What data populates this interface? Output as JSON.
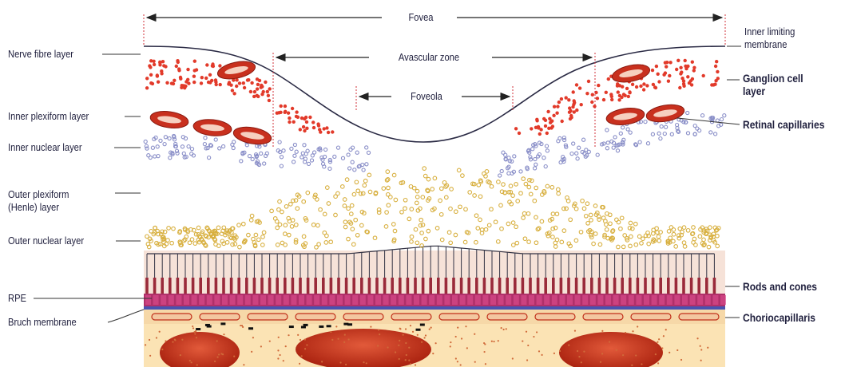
{
  "labels": {
    "left": {
      "nerve_fibre_layer": "Nerve fibre layer",
      "inner_plexiform_layer": "Inner plexiform layer",
      "inner_nuclear_layer": "Inner nuclear layer",
      "outer_plexiform_henle_layer": "Outer plexiform\n(Henle) layer",
      "outer_nuclear_layer": "Outer nuclear layer",
      "rpe": "RPE",
      "bruch_membrane": "Bruch membrane"
    },
    "right": {
      "inner_limiting_membrane": "Inner limiting\nmembrane",
      "ganglion_cell_layer": "Ganglion cell\nlayer",
      "retinal_capillaries": "Retinal capillaries",
      "rods_and_cones": "Rods and cones",
      "choriocapillaris": "Choriocapillaris"
    },
    "top": {
      "fovea": "Fovea",
      "avascular_zone": "Avascular zone",
      "foveola": "Foveola"
    }
  },
  "colors": {
    "ganglion_red": "#e23a2a",
    "nuclear_blue": "#8a8fc8",
    "outer_yellow": "#d8b040",
    "photoreceptor_red": "#9a2a3a",
    "rpe_magenta": "#b0306a",
    "bruch_blue": "#4a52b0",
    "choroid_cream": "#fbe3b4",
    "choroid_vessel": "#c0301a",
    "line": "#333344"
  }
}
